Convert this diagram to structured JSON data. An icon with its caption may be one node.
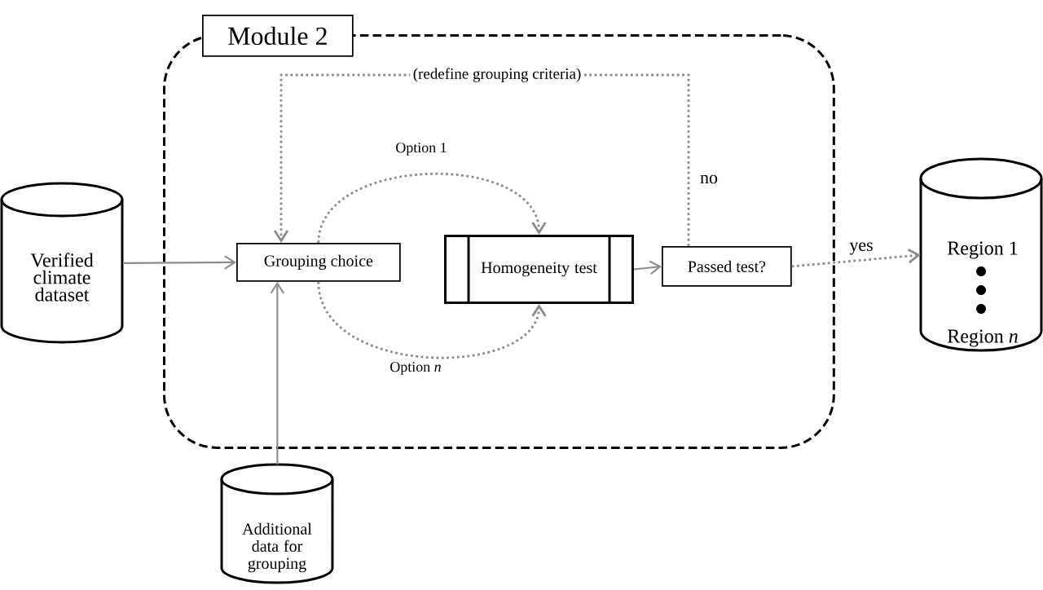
{
  "diagram": {
    "nodes": [
      {
        "text": [
          "Module 2"
        ]
      },
      {
        "text": [],
        "shape": "box"
      },
      {
        "text": [
          "Verified climate dataset"
        ]
      },
      {
        "text": [
          "Grouping choice"
        ],
        "in": 1
      },
      {
        "text": [
          "Homogeneity test"
        ],
        "in": 1
      },
      {
        "text": [
          "Passed test?"
        ],
        "in": 1
      },
      {
        "text": [
          "Region 1",
          "Region *n*"
        ]
      },
      {
        "text": [
          "Additional data for grouping"
        ]
      }
    ],
    "edges": [
      {
        "from": 2,
        "to": 3,
        "arrow": "to"
      },
      {
        "from": 7,
        "to": 3,
        "arrow": "to"
      },
      {
        "from": 3,
        "to": 4,
        "arrow": "to",
        "label": "Option 1",
        "style": "dashed"
      },
      {
        "from": 3,
        "to": 4,
        "arrow": "to",
        "label": "Option *n*",
        "style": "dashed"
      },
      {
        "from": 4,
        "to": 5,
        "arrow": "to"
      },
      {
        "from": 5,
        "to": 6,
        "arrow": "to",
        "label": "yes",
        "style": "dashed"
      },
      {
        "from": 5,
        "to": 3,
        "arrow": "to",
        "label": "no",
        "style": "dashed"
      }
    ],
    "labels": [
      "(redefine grouping criteria)"
    ]
  }
}
